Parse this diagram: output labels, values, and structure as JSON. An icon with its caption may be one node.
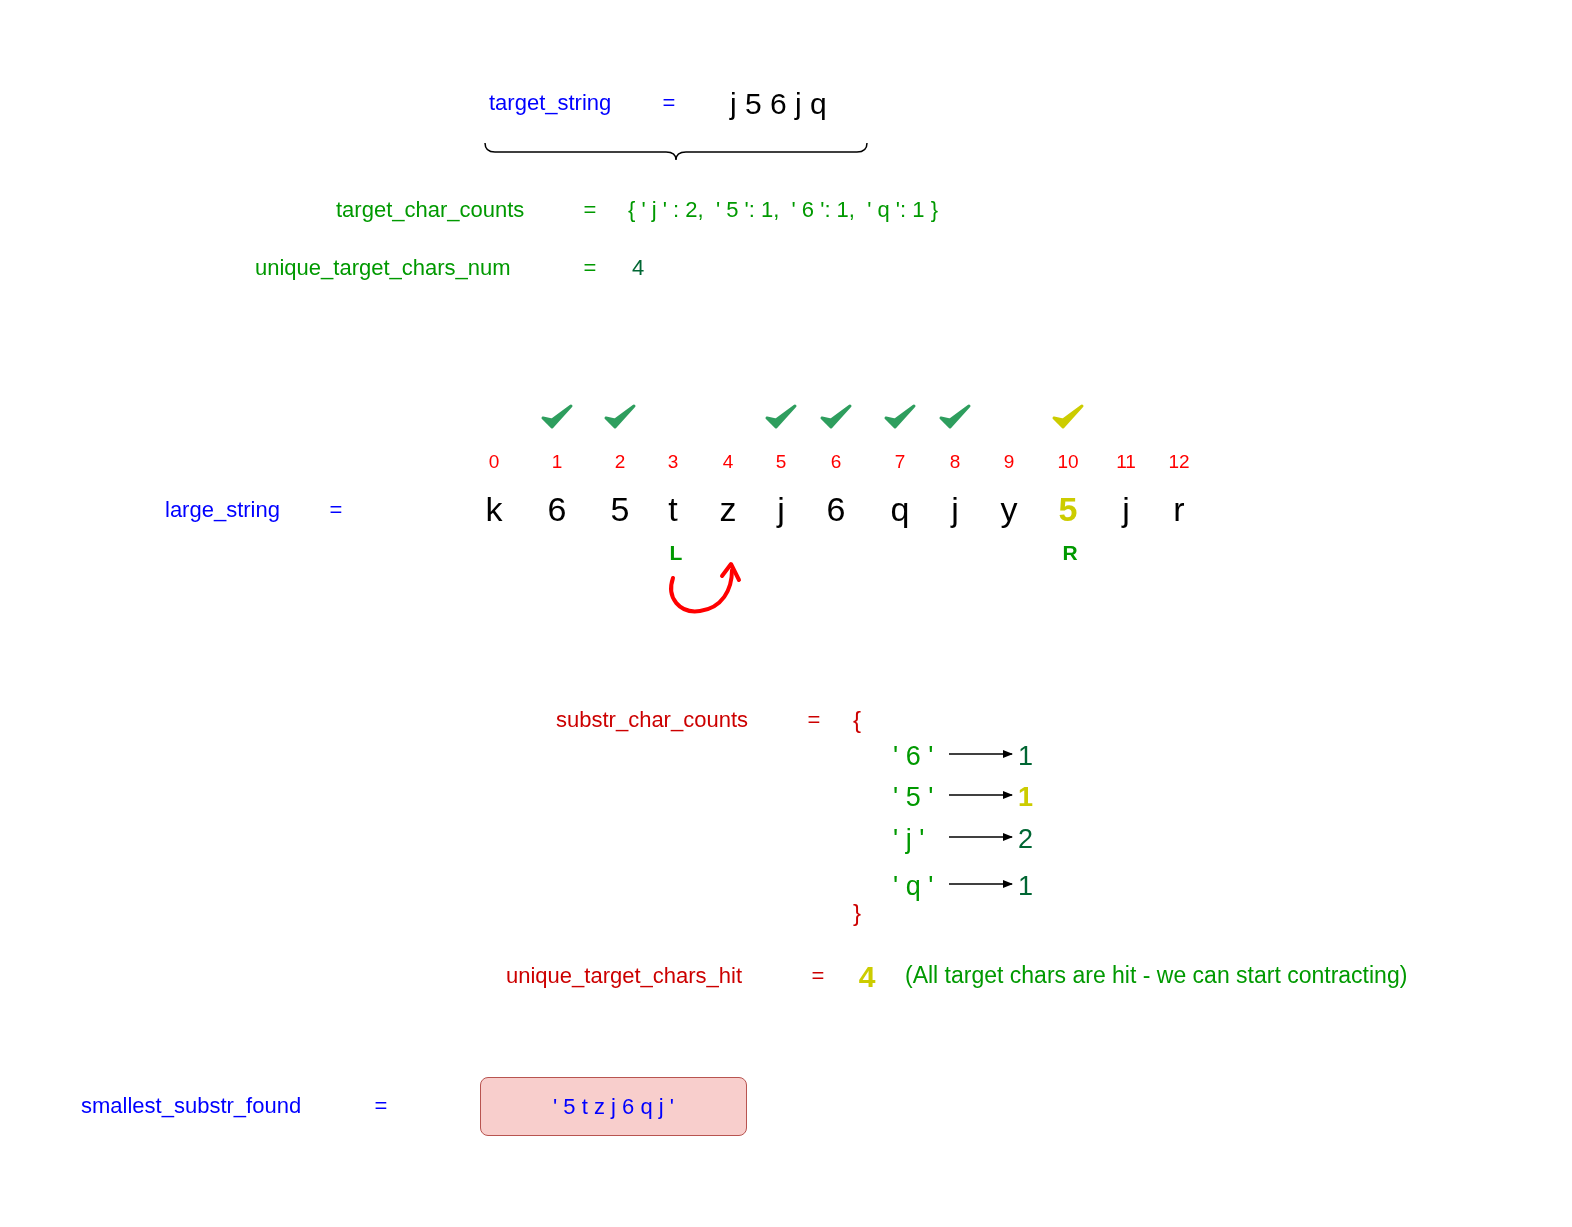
{
  "diagram": {
    "nodes": [
      {
        "text": [
          "' 6 '"
        ]
      },
      {
        "text": [
          "1"
        ]
      },
      {
        "text": [
          "' 5 '"
        ]
      },
      {
        "text": [
          "1"
        ]
      },
      {
        "text": [
          "' j '"
        ]
      },
      {
        "text": [
          "2"
        ]
      },
      {
        "text": [
          "' q '"
        ]
      },
      {
        "text": [
          "1"
        ]
      },
      {
        "text": [
          "' 5 t z j 6 q j '"
        ]
      }
    ],
    "edges": [
      {
        "from": 0,
        "to": 1,
        "arrow": "to"
      },
      {
        "from": 2,
        "to": 3,
        "arrow": "to"
      },
      {
        "from": 4,
        "to": 5,
        "arrow": "to"
      },
      {
        "from": 6,
        "to": 7,
        "arrow": "to"
      }
    ],
    "labels": [
      "target_string",
      "=",
      "j 5 6 j q",
      "target_char_counts",
      "=",
      "{ ' j ' : 2,  ' 5 ': 1,  ' 6 ': 1,  ' q ': 1 }",
      "unique_target_chars_num",
      "=",
      "4",
      "0",
      "1",
      "2",
      "3",
      "4",
      "5",
      "6",
      "7",
      "8",
      "9",
      "10",
      "11",
      "12",
      "large_string",
      "=",
      "k",
      "6",
      "5",
      "t",
      "z",
      "j",
      "6",
      "q",
      "j",
      "y",
      "5",
      "j",
      "r",
      "L",
      "R",
      "substr_char_counts",
      "=",
      "{",
      "}",
      "unique_target_chars_hit",
      "=",
      "4",
      "(All target chars are hit - we can start contracting)",
      "smallest_substr_found",
      "="
    ]
  }
}
